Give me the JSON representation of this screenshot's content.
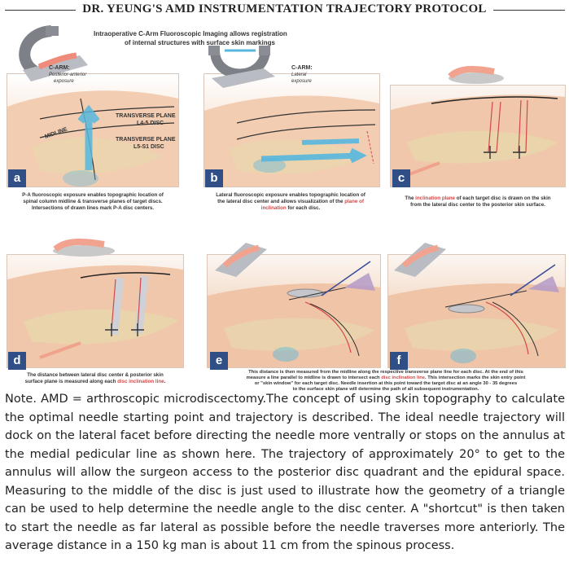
{
  "title": "DR. YEUNG'S AMD INSTRUMENTATION TRAJECTORY PROTOCOL",
  "intro": [
    "Intraoperative C-Arm Fluoroscopic Imaging allows registration",
    "of internal structures with surface skin markings"
  ],
  "panel_a": {
    "letter": "a",
    "carm_title": "C-ARM:",
    "carm_sub1": "Posterior-anterior",
    "carm_sub2": "exposure",
    "plane1_title": "TRANSVERSE PLANE",
    "plane1_sub": "L4-5 DISC",
    "plane2_title": "TRANSVERSE PLANE",
    "plane2_sub": "L5-S1 DISC",
    "midline": "MIDLINE",
    "caption": [
      "P-A fluoroscopic exposure enables topographic location of",
      "spinal column midline & transverse planes of target discs.",
      "Intersections of drawn lines mark P-A disc centers."
    ]
  },
  "panel_b": {
    "letter": "b",
    "carm_title": "C-ARM:",
    "carm_sub1": "Lateral",
    "carm_sub2": "exposure",
    "caption_1": "Lateral fluoroscopic exposure enables topographic location of",
    "caption_2a": "the lateral disc center and allows visualization of the ",
    "caption_2b": "plane of",
    "caption_3a": "inclination",
    "caption_3b": " for each disc."
  },
  "panel_c": {
    "letter": "c",
    "caption_1a": "The ",
    "caption_1b": "inclination plane",
    "caption_1c": " of each target disc is drawn on the skin",
    "caption_2": "from the lateral disc center to the posterior skin surface."
  },
  "panel_d": {
    "letter": "d",
    "caption_1": "The distance between lateral disc center & posterior skin",
    "caption_2a": "surface plane is measured along each ",
    "caption_2b": "disc inclination line",
    "caption_2c": "."
  },
  "panel_e": {
    "letter": "e"
  },
  "panel_f": {
    "letter": "f"
  },
  "caption_ef": {
    "line1": "This distance is then measured from the midline along the respective transverse plane line for each disc. At the end of this",
    "line2a": "measure a line parallel to midline is drawn to intersect each ",
    "line2b": "disc inclination line",
    "line2c": ". This intersection marks the skin entry point",
    "line3": "or \"skin window\" for each target disc. Needle insertion at this point toward the target disc at an angle 30 - 35 degrees",
    "line4": "to the surface skin plane will determine the path of all subsequent instrumentation."
  },
  "note": "Note. AMD = arthroscopic microdiscectomy.The concept of using skin topography to calculate the optimal needle starting point and trajectory is described. The ideal needle trajectory will dock on the lateral facet before directing the needle more ventrally or stops on the annulus at the medial pedicular line as shown here. The trajectory of approximately 20° to get to the annulus will allow the surgeon access to the posterior disc quadrant and the epidural space. Measuring to the middle of the disc is just used to illustrate how the geometry of a triangle can be used to help determine the needle angle to the disc center. A \"shortcut\" is then taken to start the needle as far lateral as possible before the needle traverses more anteriorly. The average distance in a 150 kg man is about 11 cm from the spinous process.",
  "colors": {
    "badge": "#2f4f86",
    "highlight": "#d24848",
    "skin": "#f2cfb6",
    "bone": "#e9d6ad",
    "xray_blue": "#57b7de",
    "needle_blue": "#3d4d9c",
    "triangle": "#b49ac8"
  }
}
